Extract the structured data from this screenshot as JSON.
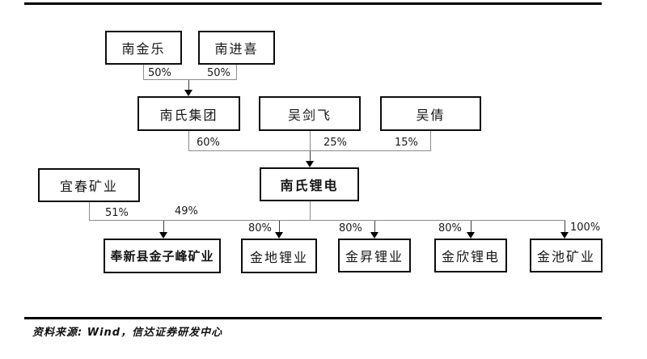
{
  "diagram": {
    "nodes": {
      "nan_jinle": {
        "label": "南金乐"
      },
      "nan_jinxi": {
        "label": "南进喜"
      },
      "nanshi_group": {
        "label": "南氏集团"
      },
      "wu_jianfei": {
        "label": "吴剑飞"
      },
      "wu_qian": {
        "label": "吴倩"
      },
      "yichun_mining": {
        "label": "宜春矿业"
      },
      "nanshi_lidian": {
        "label": "南氏锂电",
        "emphasis": true
      },
      "fengxin_jinzifeng": {
        "label": "奉新县金子峰矿业",
        "emphasis": true
      },
      "jindi_liye": {
        "label": "金地锂业"
      },
      "jinsheng_liye": {
        "label": "金昇锂业"
      },
      "jinxin_lidian": {
        "label": "金欣锂电"
      },
      "jinchi_kuangye": {
        "label": "金池矿业"
      }
    },
    "edges": [
      {
        "from": "南金乐",
        "to": "南氏集团",
        "pct": "50%"
      },
      {
        "from": "南进喜",
        "to": "南氏集团",
        "pct": "50%"
      },
      {
        "from": "南氏集团",
        "to": "南氏锂电",
        "pct": "60%"
      },
      {
        "from": "吴剑飞",
        "to": "南氏锂电",
        "pct": "25%"
      },
      {
        "from": "吴倩",
        "to": "南氏锂电",
        "pct": "15%"
      },
      {
        "from": "宜春矿业",
        "to": "奉新县金子峰矿业",
        "pct": "51%"
      },
      {
        "from": "南氏锂电",
        "to": "奉新县金子峰矿业",
        "pct": "49%"
      },
      {
        "from": "南氏锂电",
        "to": "金地锂业",
        "pct": "80%"
      },
      {
        "from": "南氏锂电",
        "to": "金昇锂业",
        "pct": "80%"
      },
      {
        "from": "南氏锂电",
        "to": "金欣锂电",
        "pct": "80%"
      },
      {
        "from": "南氏锂电",
        "to": "金池矿业",
        "pct": "100%"
      }
    ]
  },
  "footer": {
    "source": "资料来源: Wind，信达证券研发中心"
  },
  "colors": {
    "box_border": "#000000",
    "connector_line": "#8c8c8c",
    "arrow": "#000000",
    "rule": "#000000",
    "background": "#ffffff"
  }
}
